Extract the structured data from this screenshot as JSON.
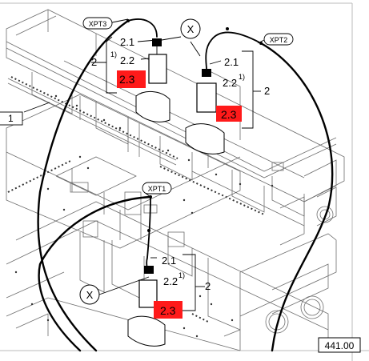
{
  "callouts": {
    "xpt3": "XPT3",
    "xpt2": "XPT2",
    "xpt1": "XPT1",
    "x_upper": "X",
    "x_lower": "X"
  },
  "group_upper_left": {
    "item_a": "2.1",
    "item_b": "2.2",
    "item_b_sup": "1)",
    "group": "2",
    "highlight": "2.3"
  },
  "group_upper_right": {
    "item_a": "2.1",
    "item_b": "2.2",
    "item_b_sup": "1)",
    "group": "2",
    "highlight": "2.3"
  },
  "group_lower": {
    "item_a": "2.1",
    "item_b": "2.2",
    "item_b_sup": "1)",
    "group": "2",
    "highlight": "2.3"
  },
  "part_ref_left": "1",
  "page_ref": "441.00",
  "colors": {
    "highlight": "#ff1a1a",
    "line": "#000000",
    "background": "#ffffff"
  }
}
